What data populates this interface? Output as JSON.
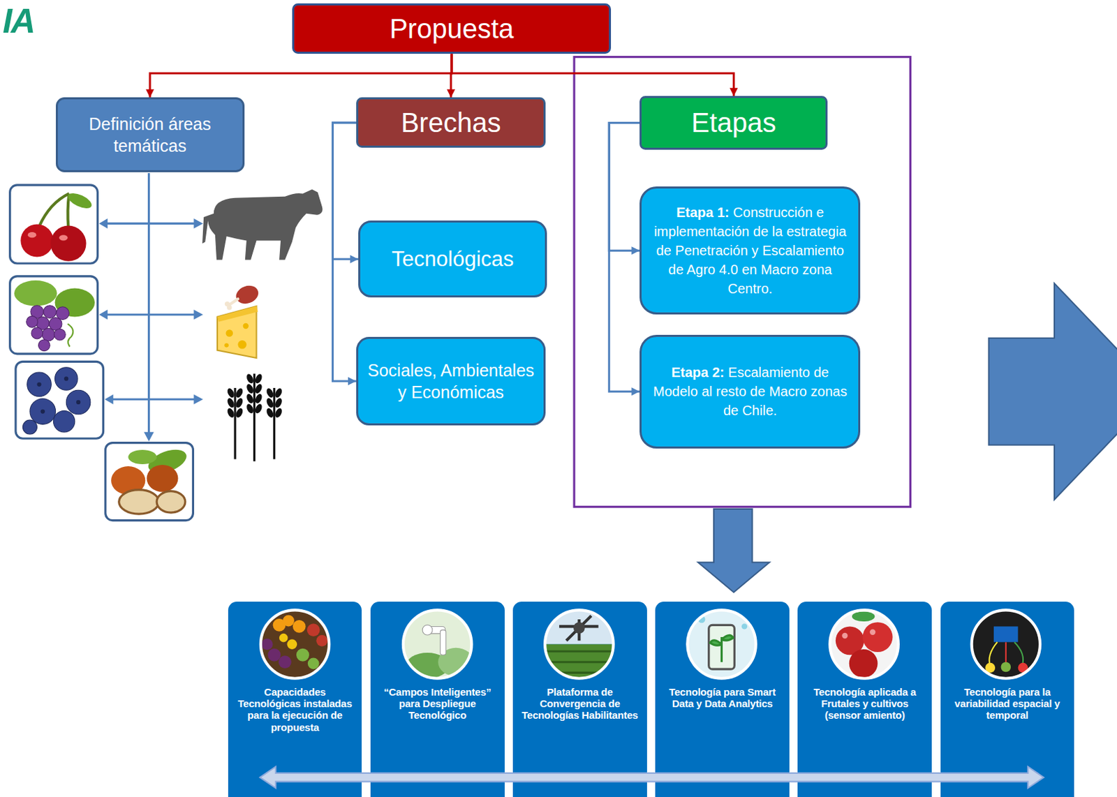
{
  "diagram": {
    "nodes": [
      {
        "text": [
          "Propuesta"
        ]
      },
      {
        "text": [
          "Definición áreas temáticas"
        ]
      },
      {
        "text": [
          "Brechas"
        ]
      },
      {
        "text": [
          "Tecnológicas"
        ]
      },
      {
        "text": [
          "Sociales, Ambientales y Económicas"
        ]
      },
      {
        "text": [
          "Etapas"
        ]
      },
      {
        "text": [
          "Etapa 1:",
          "Construcción e implementación de la estrategia de Penetración y Escalamiento de Agro 4.0 en Macro zona Centro."
        ]
      },
      {
        "text": [
          "Etapa 2:",
          "Escalamiento de Modelo al resto de Macro zonas de Chile."
        ]
      },
      {
        "text": [
          "Capacidades Tecnológicas instaladas para la ejecución de propuesta"
        ]
      },
      {
        "text": [
          "“Campos Inteligentes” para Despliegue Tecnológico"
        ]
      },
      {
        "text": [
          "Plataforma de Convergencia de Tecnologías Habilitantes"
        ]
      },
      {
        "text": [
          "Tecnología para Smart Data y Data Analytics"
        ]
      },
      {
        "text": [
          "Tecnología aplicada a Frutales y cultivos (sensor amiento)"
        ]
      },
      {
        "text": [
          "Tecnología para la variabilidad espacial y temporal"
        ]
      }
    ],
    "edges": [
      {
        "from": 0,
        "to": 1,
        "arrow": "to"
      },
      {
        "from": 0,
        "to": 2,
        "arrow": "to"
      },
      {
        "from": 0,
        "to": 5,
        "arrow": "to"
      },
      {
        "from": 2,
        "to": 3,
        "arrow": "to"
      },
      {
        "from": 2,
        "to": 4,
        "arrow": "to"
      },
      {
        "from": 5,
        "to": 6,
        "arrow": "to"
      },
      {
        "from": 5,
        "to": 7,
        "arrow": "to"
      }
    ],
    "labels": [
      "IA"
    ]
  }
}
